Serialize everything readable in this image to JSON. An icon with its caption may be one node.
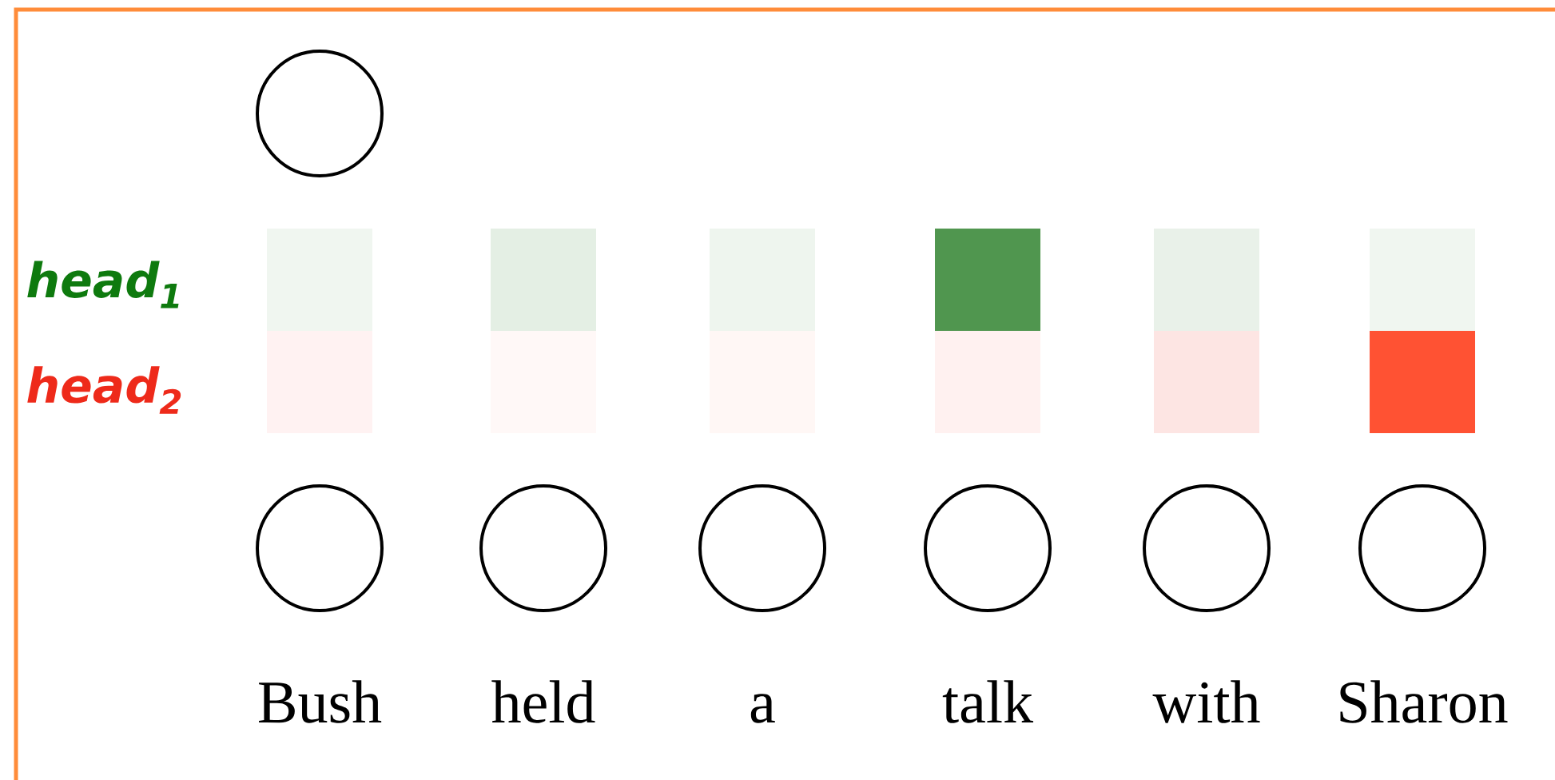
{
  "diagram": {
    "nodes": [
      {
        "text": [],
        "shape": "circle"
      },
      {
        "text": [],
        "shape": "box"
      },
      {
        "text": [],
        "shape": "box"
      },
      {
        "text": [],
        "shape": "box"
      },
      {
        "text": [],
        "shape": "box"
      },
      {
        "text": [],
        "shape": "box"
      },
      {
        "text": [],
        "shape": "box"
      },
      {
        "text": [],
        "shape": "box"
      },
      {
        "text": [],
        "shape": "box"
      },
      {
        "text": [],
        "shape": "box"
      },
      {
        "text": [],
        "shape": "box"
      },
      {
        "text": [],
        "shape": "box"
      },
      {
        "text": [],
        "shape": "box"
      },
      {
        "text": [],
        "shape": "circle",
        "beside": [
          "Bush"
        ]
      },
      {
        "text": [],
        "shape": "circle",
        "beside": [
          "held"
        ]
      },
      {
        "text": [],
        "shape": "circle",
        "beside": [
          "a"
        ]
      },
      {
        "text": [],
        "shape": "circle",
        "beside": [
          "talk"
        ]
      },
      {
        "text": [],
        "shape": "circle",
        "beside": [
          "with"
        ]
      },
      {
        "text": [],
        "shape": "circle",
        "beside": [
          "Sharon"
        ]
      }
    ],
    "labels": [
      "head$_{1}$",
      "head$_{2}$"
    ]
  }
}
